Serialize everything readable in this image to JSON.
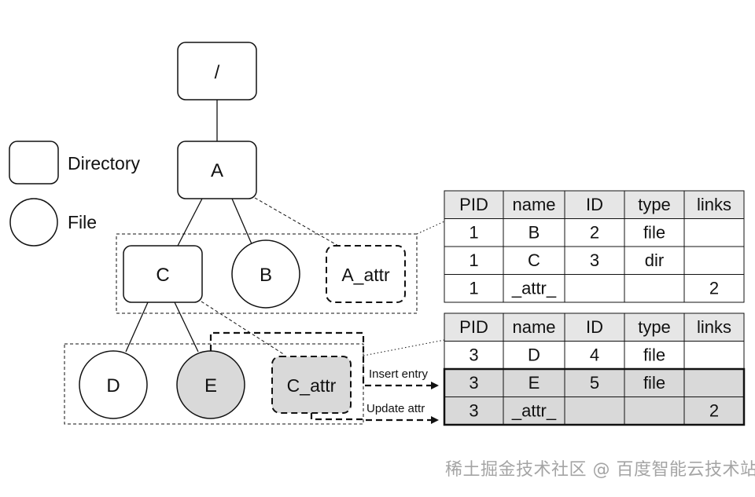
{
  "legend": {
    "directory_label": "Directory",
    "file_label": "File"
  },
  "nodes": {
    "root": "/",
    "a": "A",
    "c": "C",
    "b": "B",
    "a_attr": "A_attr",
    "d": "D",
    "e": "E",
    "c_attr": "C_attr"
  },
  "arrows": {
    "insert_entry": "Insert entry",
    "update_attr": "Update attr"
  },
  "table_top": {
    "headers": [
      "PID",
      "name",
      "ID",
      "type",
      "links"
    ],
    "rows": [
      [
        "1",
        "B",
        "2",
        "file",
        ""
      ],
      [
        "1",
        "C",
        "3",
        "dir",
        ""
      ],
      [
        "1",
        "_attr_",
        "",
        "",
        "2"
      ]
    ]
  },
  "table_bottom": {
    "headers": [
      "PID",
      "name",
      "ID",
      "type",
      "links"
    ],
    "rows": [
      [
        "3",
        "D",
        "4",
        "file",
        ""
      ],
      [
        "3",
        "E",
        "5",
        "file",
        ""
      ],
      [
        "3",
        "_attr_",
        "",
        "",
        "2"
      ]
    ],
    "highlighted_rows": [
      1,
      2
    ]
  },
  "colors": {
    "line": "#111111",
    "highlight_fill": "#d9d9d9",
    "header_fill": "#e6e6e6"
  },
  "watermark": "稀土掘金技术社区 @ 百度智能云技术站"
}
